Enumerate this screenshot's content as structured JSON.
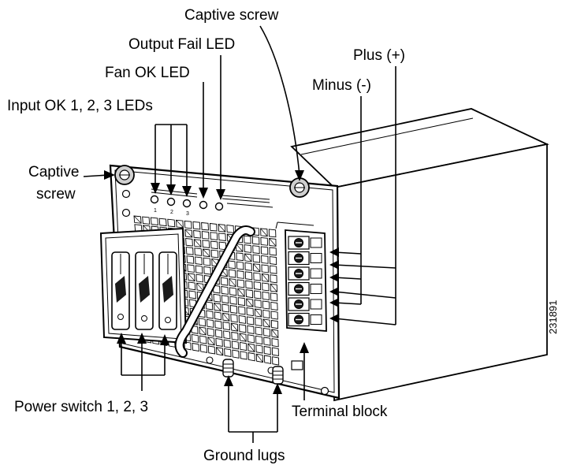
{
  "labels": {
    "captive_screw_top": "Captive screw",
    "output_fail_led": "Output Fail LED",
    "plus": "Plus (+)",
    "fan_ok_led": "Fan OK LED",
    "minus": "Minus (-)",
    "input_ok_leds": "Input OK 1, 2, 3 LEDs",
    "captive_screw_left_line1": "Captive",
    "captive_screw_left_line2": "screw",
    "power_switch": "Power switch 1, 2, 3",
    "terminal_block": "Terminal block",
    "ground_lugs": "Ground lugs",
    "figure_id": "231891"
  },
  "panel_text": {
    "led_numbers": [
      "1",
      "2",
      "3"
    ]
  },
  "colors": {
    "line": "#000000",
    "panel": "#ffffff",
    "shade": "#cfcfcf",
    "dark": "#1a1a1a"
  }
}
